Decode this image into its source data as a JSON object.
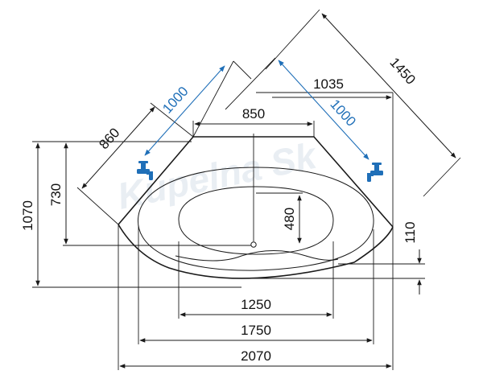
{
  "watermark": "Kupelna Sk",
  "colors": {
    "line": "#1a1a1a",
    "accent_blue": "#1f6fb8",
    "watermark": "#e9eef3"
  },
  "dimensions": {
    "total_width": "2070",
    "outer_width": "1750",
    "inner_width": "1250",
    "front_straight": "850",
    "side_depth_left": "1035",
    "diagonal": "1450",
    "side_860": "860",
    "side_1070": "1070",
    "side_730": "730",
    "depth_480": "480",
    "step_110": "110",
    "faucet_left_reach": "1000",
    "faucet_right_reach": "1000"
  },
  "icons": [
    "faucet-left-icon",
    "faucet-right-icon"
  ]
}
